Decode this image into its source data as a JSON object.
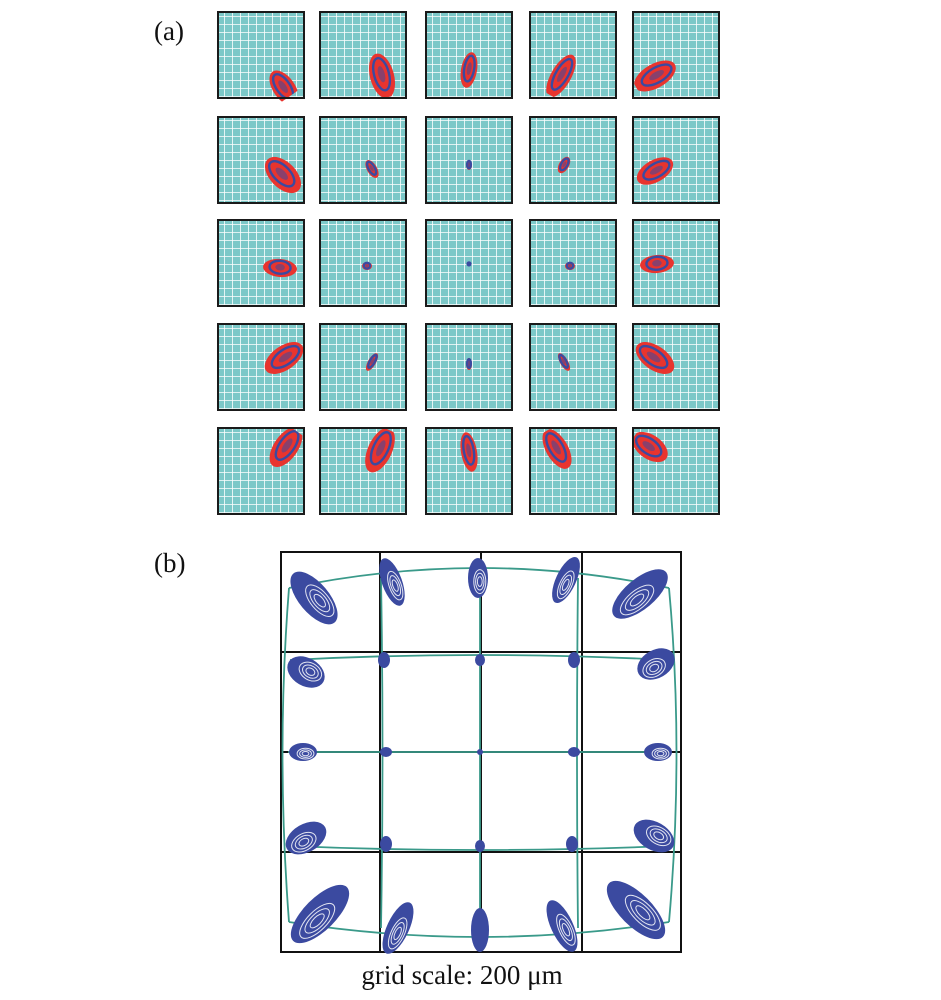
{
  "panels": {
    "a": {
      "label": "(a)"
    },
    "b": {
      "label": "(b)",
      "caption": "grid scale: 200 μm"
    }
  },
  "colors": {
    "tile_background": "#7cc8c8",
    "tile_grid": "#ffffff",
    "tile_border": "#1a1a1a",
    "spot_outer": "#e8342e",
    "spot_inner": "#3b4aa0",
    "distortion_grid": "#3a9a8a",
    "spot_b": "#3b4aa0",
    "spot_b_contour": "#ffffff",
    "frame": "#111111"
  }
}
